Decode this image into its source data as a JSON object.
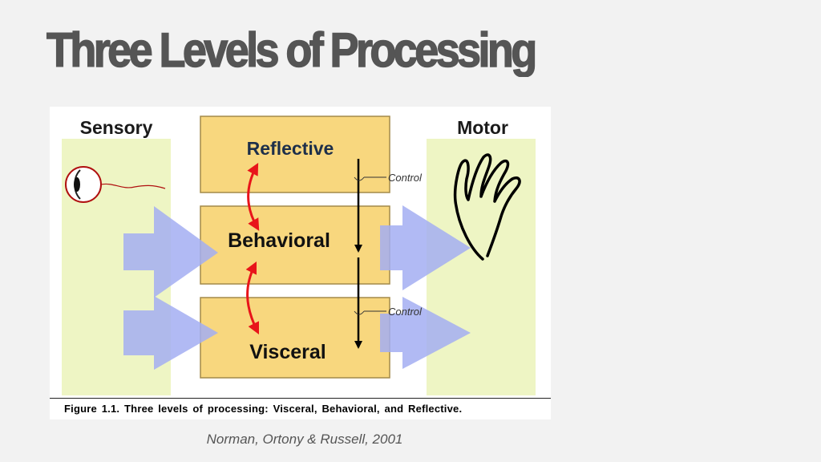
{
  "slide": {
    "title": "Three Levels of Processing",
    "citation": "Norman, Ortony & Russell, 2001"
  },
  "figure": {
    "sensory_label": "Sensory",
    "motor_label": "Motor",
    "levels": [
      "Reflective",
      "Behavioral",
      "Visceral"
    ],
    "control_labels": [
      "Control",
      "Control"
    ],
    "caption": "Figure 1.1. Three levels of processing: Visceral, Behavioral, and Reflective."
  },
  "icons": {
    "sensory": "eye-icon",
    "motor": "hand-icon"
  },
  "colors": {
    "title": "#555555",
    "column_fill": "#eef5c4",
    "level_box_fill": "#f8d77e",
    "level_box_stroke": "#a38a4a",
    "flow_arrow": "#a3aef2",
    "feedback_arrow": "#e8141a"
  }
}
